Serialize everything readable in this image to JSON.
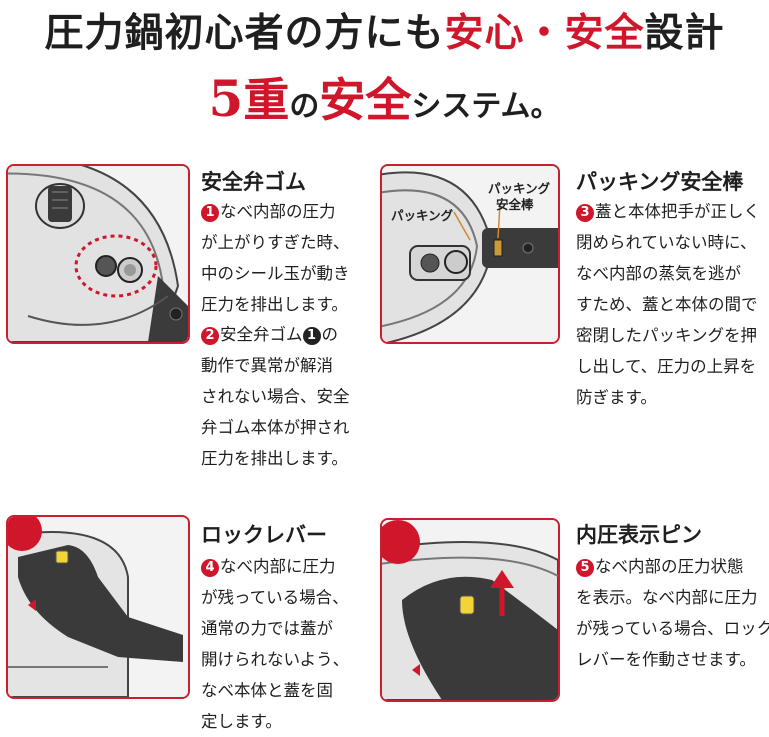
{
  "headline": {
    "part1": "圧力鍋初心者の方にも",
    "part2": "安心・安全",
    "part3": "設計"
  },
  "subheadline": {
    "num": "5",
    "part1": "重",
    "part2": "の",
    "part3": "安全",
    "part4": "システム。"
  },
  "sections": {
    "s1": {
      "title": "安全弁ゴム",
      "p1": {
        "num": "1",
        "lines": [
          "なべ内部の圧力",
          "が上がりすぎた時、",
          "中のシール玉が動き",
          "圧力を排出します。"
        ]
      },
      "p2": {
        "num": "2",
        "l1a": "安全弁ゴム",
        "l1num": "1",
        "l1b": "の",
        "lines": [
          "動作で異常が解消",
          "されない場合、安全",
          "弁ゴム本体が押され",
          "圧力を排出します。"
        ]
      }
    },
    "s2": {
      "title": "パッキング安全棒",
      "label1": "パッキング",
      "label2a": "パッキング",
      "label2b": "安全棒",
      "p1": {
        "num": "3",
        "lines": [
          "蓋と本体把手が正しく",
          "閉められていない時に、",
          "なべ内部の蒸気を逃が",
          "すため、蓋と本体の間で",
          "密閉したパッキングを押",
          "し出して、圧力の上昇を",
          "防ぎます。"
        ]
      }
    },
    "s3": {
      "title": "ロックレバー",
      "p1": {
        "num": "4",
        "lines": [
          "なべ内部に圧力",
          "が残っている場合、",
          "通常の力では蓋が",
          "開けられないよう、",
          "なべ本体と蓋を固",
          "定します。"
        ]
      }
    },
    "s4": {
      "title": "内圧表示ピン",
      "p1": {
        "num": "5",
        "lines": [
          "なべ内部の圧力状態",
          "を表示。なべ内部に圧力",
          "が残っている場合、ロック",
          "レバーを作動させます。"
        ]
      }
    }
  },
  "colors": {
    "accent": "#d0162b",
    "text": "#1f1f1f"
  }
}
